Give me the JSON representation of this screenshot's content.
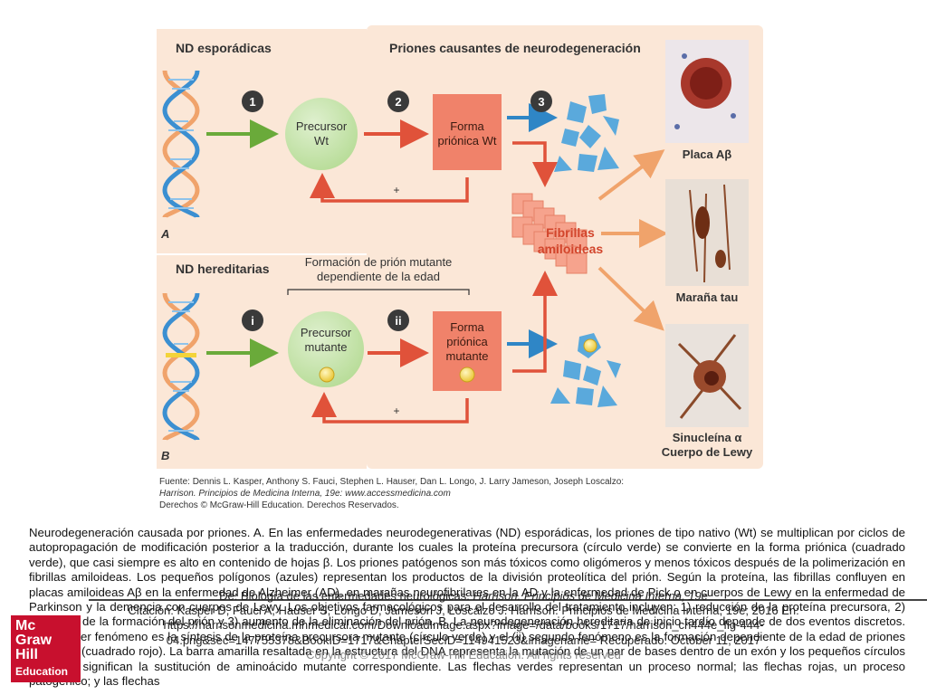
{
  "panel_a": {
    "title": "ND esporádicas",
    "step1": "1",
    "step2": "2",
    "step3": "3",
    "precursor_line1": "Precursor",
    "precursor_line2": "Wt",
    "prion_line1": "Forma",
    "prion_line2": "priónica Wt",
    "plus": "+",
    "letter": "A"
  },
  "panel_b": {
    "title": "ND hereditarias",
    "age_line1": "Formación de prión mutante",
    "age_line2": "dependiente de la edad",
    "step1": "i",
    "step2": "ii",
    "precursor_line1": "Precursor",
    "precursor_line2": "mutante",
    "prion_line1": "Forma",
    "prion_line2": "priónica",
    "prion_line3": "mutante",
    "plus": "+",
    "letter": "B"
  },
  "prions_panel": {
    "title": "Priones causantes de neurodegeneración",
    "fibrils_line1": "Fibrillas",
    "fibrils_line2": "amiloideas"
  },
  "micrographs": {
    "label1": "Placa Aβ",
    "label2": "Maraña tau",
    "label3_line1": "Sinucleína α",
    "label3_line2": "Cuerpo de Lewy"
  },
  "source": {
    "line1": "Fuente: Dennis L. Kasper, Anthony S. Fauci, Stephen L. Hauser, Dan L. Longo, J. Larry Jameson, Joseph Loscalzo:",
    "line2": "Harrison. Principios de Medicina Interna, 19e: www.accessmedicina.com",
    "line3": "Derechos © McGraw-Hill Education. Derechos Reservados."
  },
  "caption": "Neurodegeneración causada por priones. A. En las enfermedades neurodegenerativas (ND) esporádicas, los priones de tipo nativo (Wt) se multiplican por ciclos de autopropagación de modificación posterior a la traducción, durante los cuales la proteína precursora (círculo verde) se convierte en la forma priónica (cuadrado verde), que casi siempre es alto en contenido de hojas β. Los priones patógenos son más tóxicos como oligómeros y menos tóxicos después de la polimerización en fibrillas amiloideas. Los pequeños polígonos (azules) representan los productos de la división proteolítica del prión. Según la proteína, las fibrillas confluyen en placas amiloideas Aβ en la enfermedad de Alzheimer (AD), en marañas neurofibrilares en la AD y la enfermedad de Pick o en cuerpos de Lewy en la enfermedad de Parkinson y la demencia con cuerpos de Lewy. Los objetivos farmacológicos para el desarrollo del tratamiento incluyen: 1) reducción de la proteína precursora, 2) inhibición de la formación del prión y 3) aumento de la eliminación del prión. B. La neurodegeneración hereditaria de inicio tardío depende de dos eventos discretos. El (i) primer fenómeno es la síntesis de la proteína precursora mutante (círculo verde) y el (ii) segundo fenómeno es la formación dependiente de la edad de priones mutantes (cuadrado rojo). La barra amarilla resaltada en la estructura del DNA representa la mutación de un par de bases dentro de un exón y los pequeños círculos amarillos significan la sustitución de aminoácido mutante correspondiente. Las flechas verdes representan un proceso normal; las flechas rojas, un proceso patogénico; y las flechas",
  "citation": {
    "line1_prefix": "De: Biología de las enfermedades neurológicas.  ",
    "line1_italic": "Harrison. Principios de Medicina Interna, 19e",
    "line2": "Citación: Kasper D, Fauci A, Hauser S, Longo D, Jameson J, Loscalzo J. Harrison. Principios de Medicina Interna, 19e; 2016 En:",
    "line3": "https://harrisonmedicina.mhmedical.com/DownloadImage.aspx?image=/data/books/1717/harrison_ch444e_fig-444-",
    "line4": "04.png&sec=147755378&BookID=1717&ChapterSecID=114941523&imagename= Recuperado: October 11, 2017",
    "copyright": "Copyright © 2017 McGraw-Hill Education. All rights reserved"
  },
  "logo": {
    "line1": "Mc",
    "line2": "Graw",
    "line3": "Hill",
    "line4": "Education"
  },
  "colors": {
    "panel_bg": "#fbe7d7",
    "green": "#6aaa3a",
    "red_arrow": "#e0523a",
    "blue_arrow": "#2f86c6",
    "salmon": "#f0826a",
    "orange": "#f0a36b",
    "cyan": "#5aa9dc",
    "logo_red": "#c8102e"
  }
}
